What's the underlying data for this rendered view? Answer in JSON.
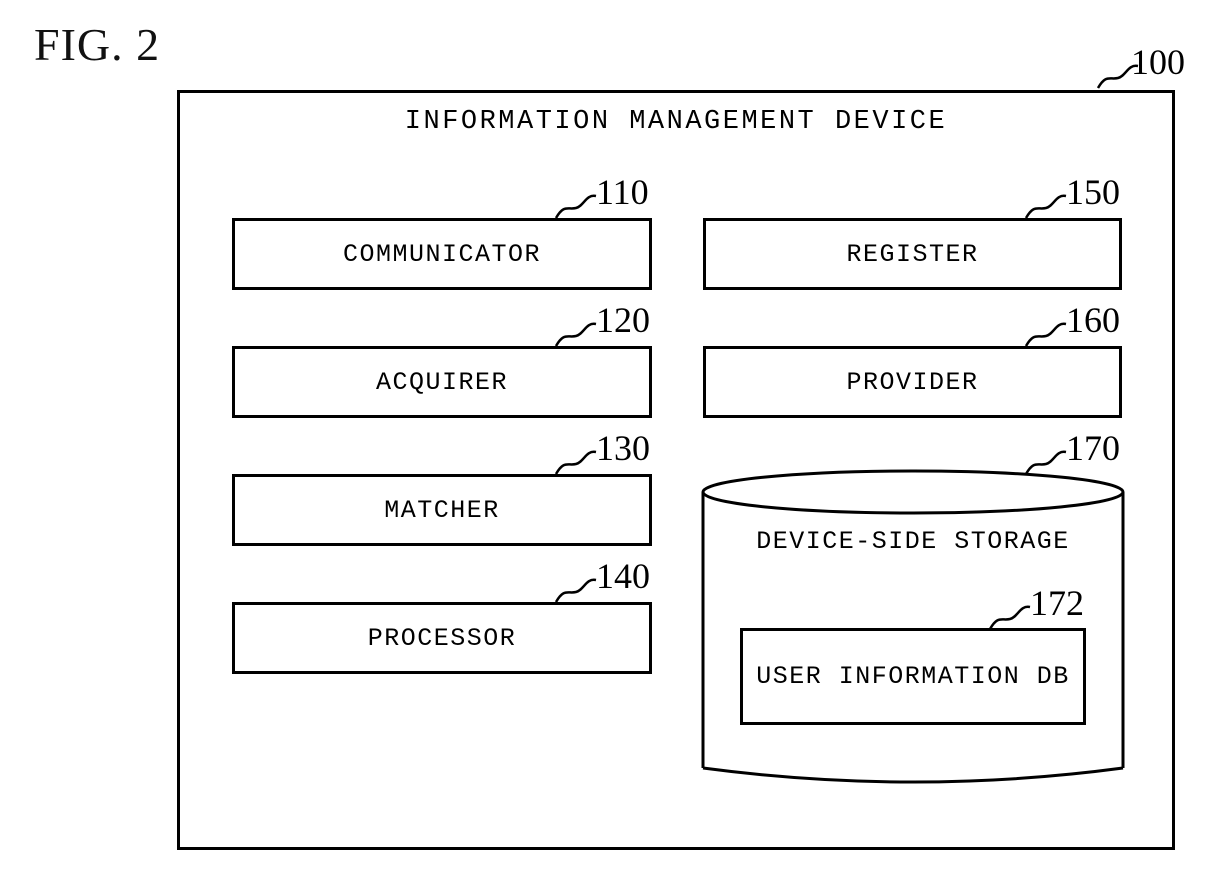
{
  "figure": {
    "caption": "FIG. 2",
    "device_title": "INFORMATION MANAGEMENT DEVICE",
    "device_ref": "100"
  },
  "blocks": {
    "left_column": [
      {
        "label": "COMMUNICATOR",
        "ref": "110"
      },
      {
        "label": "ACQUIRER",
        "ref": "120"
      },
      {
        "label": "MATCHER",
        "ref": "130"
      },
      {
        "label": "PROCESSOR",
        "ref": "140"
      }
    ],
    "right_column": [
      {
        "label": "REGISTER",
        "ref": "150"
      },
      {
        "label": "PROVIDER",
        "ref": "160"
      }
    ],
    "storage": {
      "label": "DEVICE-SIDE STORAGE",
      "ref": "170",
      "inner": {
        "label": "USER INFORMATION DB",
        "ref": "172"
      }
    }
  },
  "style": {
    "line_color": "#000000",
    "background": "#ffffff"
  }
}
